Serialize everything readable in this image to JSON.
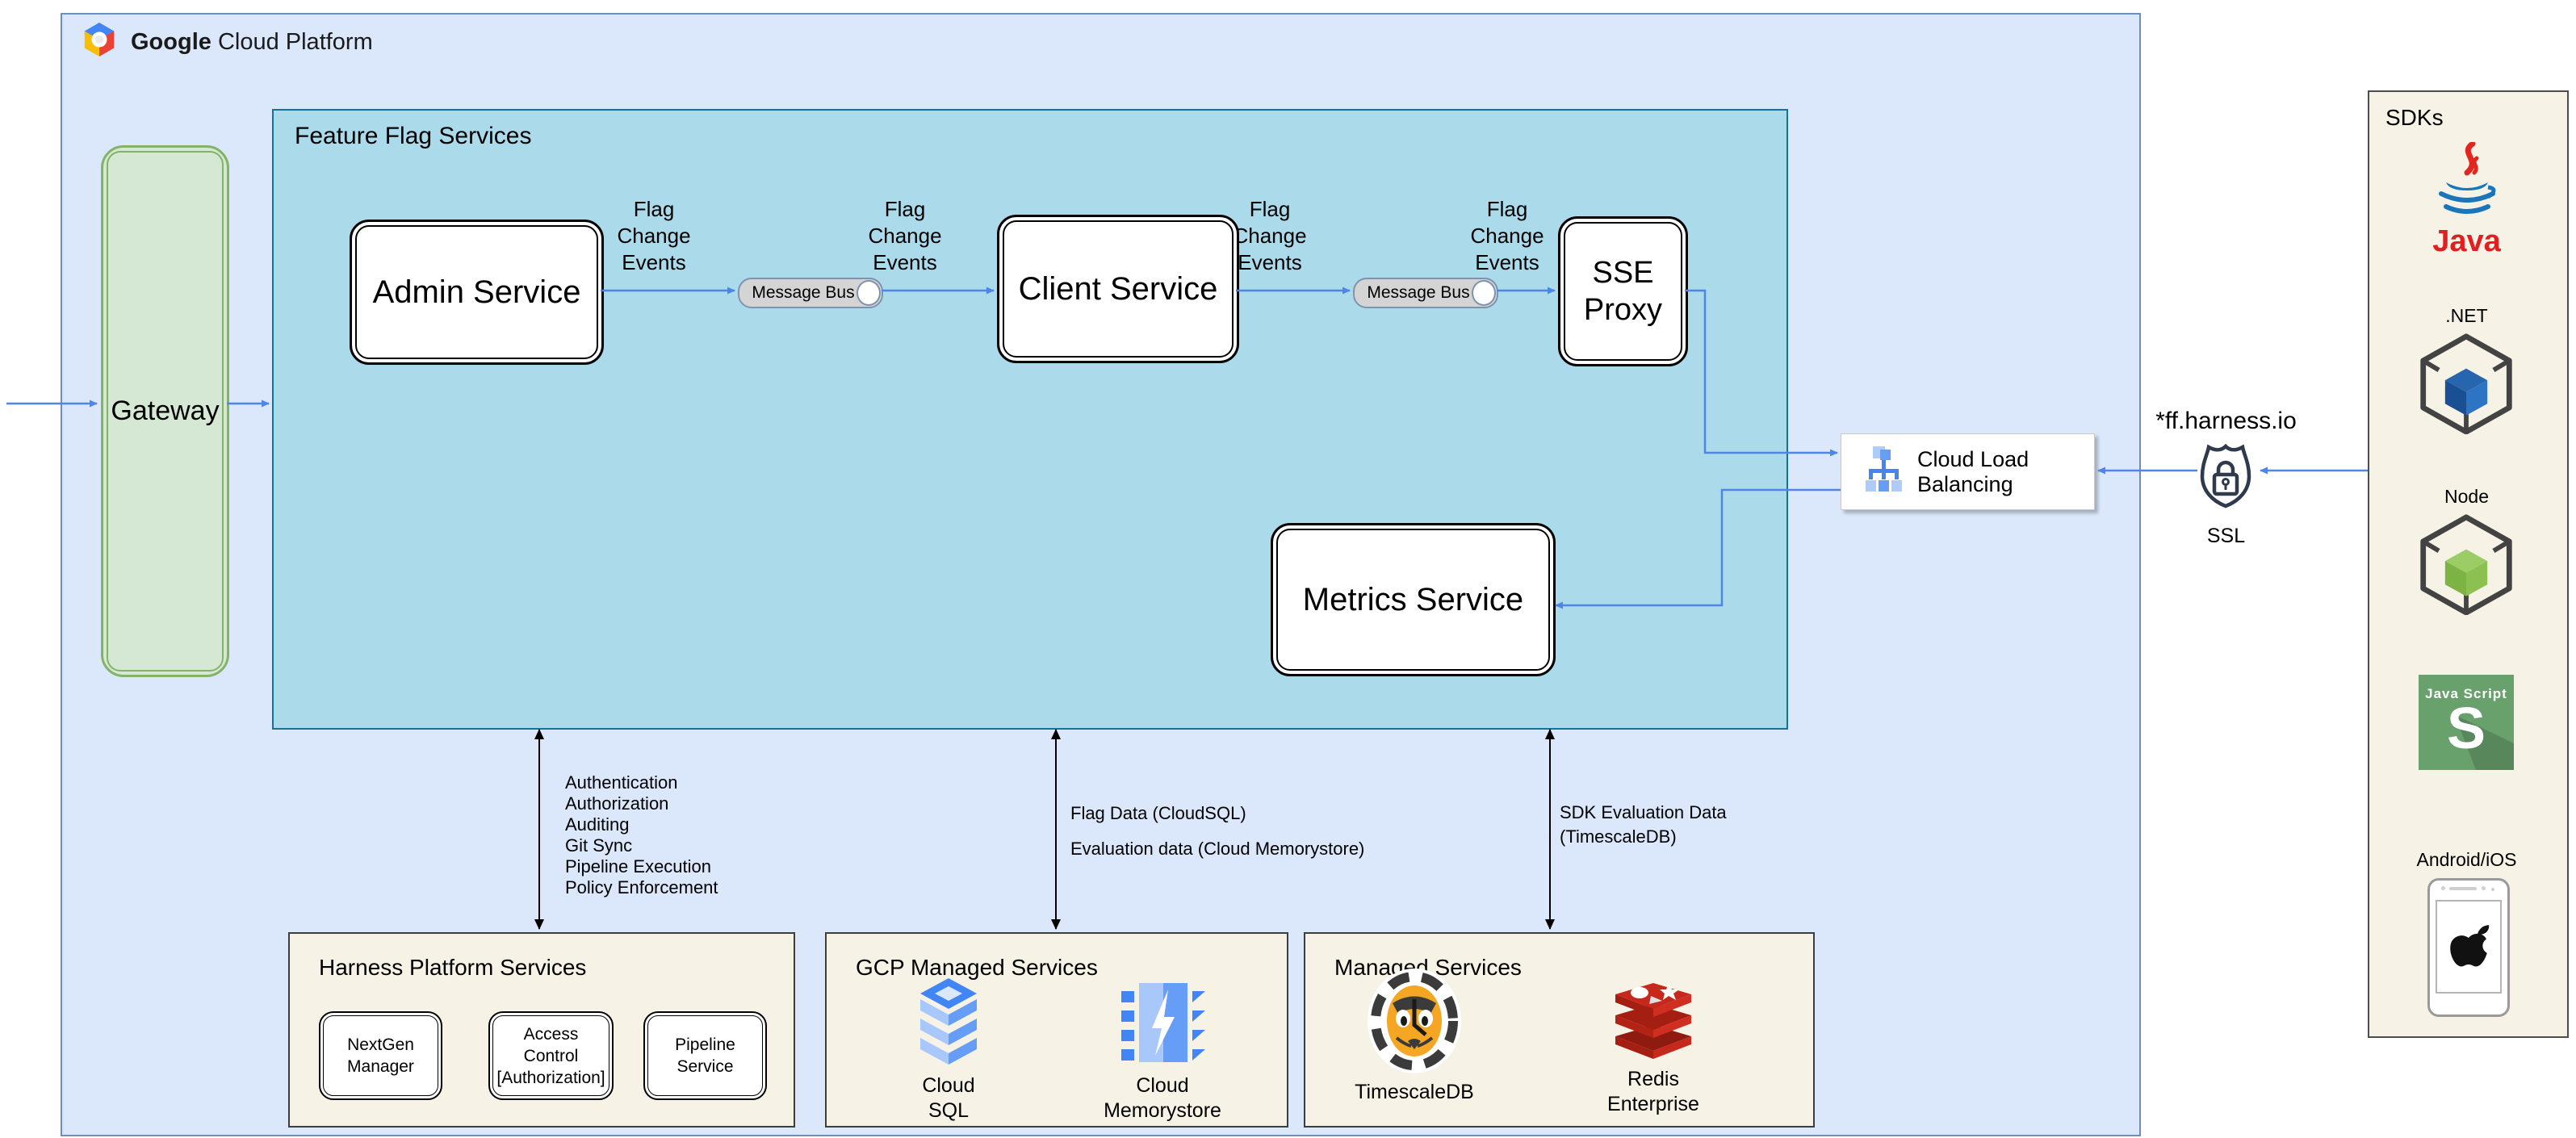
{
  "header": {
    "brand_bold": "Google",
    "brand_rest": " Cloud Platform"
  },
  "containers": {
    "feature_flags_title": "Feature Flag Services",
    "harness_title": "Harness Platform Services",
    "gcp_managed_title": "GCP Managed Services",
    "managed_title": "Managed Services",
    "sdks_title": "SDKs"
  },
  "nodes": {
    "gateway": "Gateway",
    "admin": "Admin Service",
    "client": "Client Service",
    "sse": "SSE Proxy",
    "metrics": "Metrics Service",
    "message_bus": "Message Bus",
    "cloud_load_balancing": "Cloud Load Balancing"
  },
  "edges": {
    "flag_change": "Flag Change Events"
  },
  "annotations": {
    "platform_list": [
      "Authentication",
      "Authorization",
      "Auditing",
      "Git Sync",
      "Pipeline Execution",
      "Policy Enforcement"
    ],
    "flag_data": "Flag Data (CloudSQL)",
    "eval_data": "Evaluation data (Cloud Memorystore)",
    "sdk_eval": "SDK Evaluation Data (TimescaleDB)"
  },
  "ssl": {
    "domain": "*ff.harness.io",
    "label": "SSL"
  },
  "harness_services": [
    "NextGen Manager",
    "Access Control [Authorization]",
    "Pipeline Service"
  ],
  "gcp_services": [
    "Cloud SQL",
    "Cloud Memorystore"
  ],
  "managed_services": [
    "TimescaleDB",
    "Redis Enterprise"
  ],
  "sdk_items": {
    "java": "Java",
    "dotnet": ".NET",
    "node": "Node",
    "js_line1": "Java Script",
    "js_letter": "S",
    "android": "Android/iOS"
  },
  "colors": {
    "accent_blue": "#4e85e8",
    "container_blue": "#dbe8fc",
    "container_cyan": "#abdaeb",
    "gateway_green": "#d5e8d4",
    "panel_cream": "#f6f3e6",
    "redis_red": "#b0251a",
    "timescale_orange": "#f5a623"
  }
}
